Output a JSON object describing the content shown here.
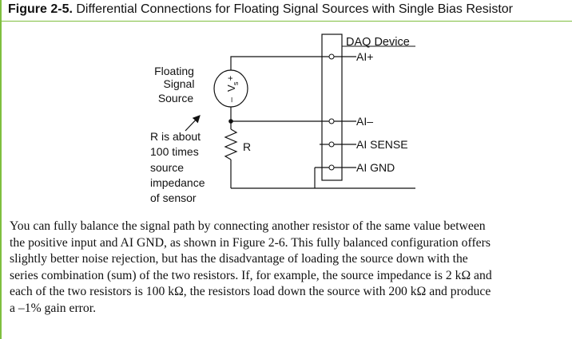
{
  "figure": {
    "number": "Figure 2-5.",
    "title": "Differential Connections for Floating Signal Sources with Single Bias Resistor"
  },
  "diagram": {
    "daq_device_label": "DAQ Device",
    "terminals": {
      "ai_plus": "AI+",
      "ai_minus": "AI–",
      "ai_sense": "AI SENSE",
      "ai_gnd": "AI GND"
    },
    "source_label": [
      "Floating",
      "Signal",
      "Source"
    ],
    "source_symbol": {
      "plus": "+",
      "minus": "–",
      "v": "V",
      "sub": "s"
    },
    "resistor_label": "R",
    "resistor_note": [
      "R is about",
      "100 times",
      "source",
      "impedance",
      "of sensor"
    ]
  },
  "paragraph": {
    "lines": [
      "You can fully balance the signal path by connecting another resistor of the same value between",
      "the positive input and AI GND, as shown in Figure 2-6. This fully balanced configuration offers",
      "slightly better noise rejection, but has the disadvantage of loading the source down with the",
      "series combination (sum) of the two resistors. If, for example, the source impedance is 2 kΩ and",
      "each of the two resistors is 100 kΩ, the resistors load down the source with 200 kΩ and produce",
      "a –1% gain error."
    ]
  }
}
